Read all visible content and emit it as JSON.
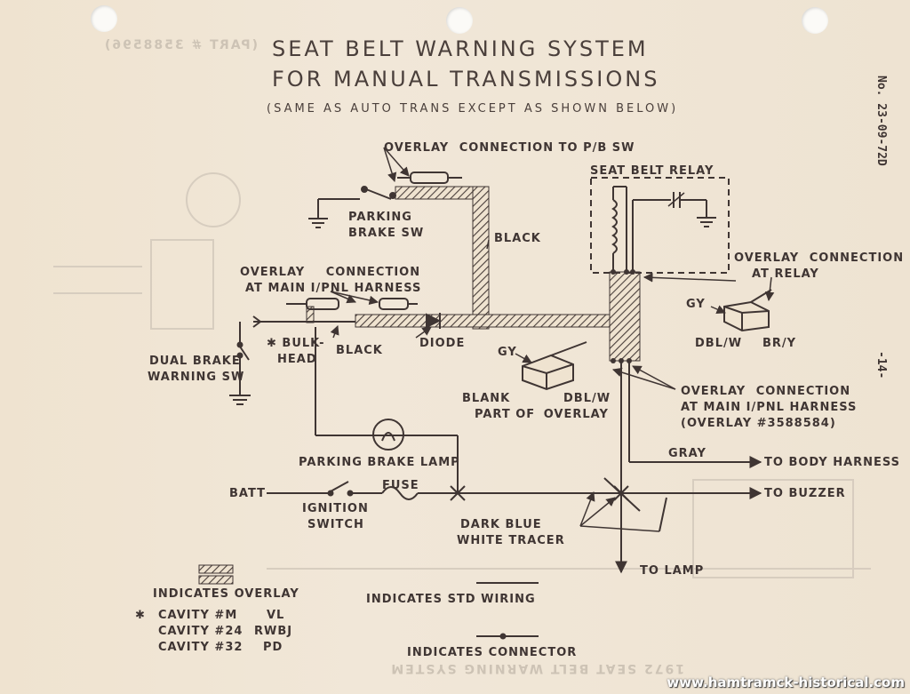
{
  "title": {
    "line1": "SEAT BELT WARNING SYSTEM",
    "line2": "FOR MANUAL TRANSMISSIONS",
    "subtitle": "(SAME AS AUTO TRANS EXCEPT AS SHOWN BELOW)"
  },
  "document_number": "No. 23-09-72D",
  "page_number": "-14-",
  "labels": {
    "overlay_pbsw_word": "OVERLAY",
    "overlay_pbsw_rest": "CONNECTION TO P/B SW",
    "parking_brake_sw_1": "PARKING",
    "parking_brake_sw_2": "BRAKE SW",
    "black_top": "BLACK",
    "seat_belt_relay": "SEAT BELT RELAY",
    "overlay_relay_word": "OVERLAY",
    "overlay_relay_rest": "CONNECTION",
    "at_relay": "AT RELAY",
    "overlay_main_word": "OVERLAY",
    "overlay_main_rest": "CONNECTION",
    "at_main_harness": "AT MAIN I/PNL HARNESS",
    "gy_right": "GY",
    "dblw_right": "DBL/W",
    "bry": "BR/Y",
    "bulkhead_1": "✱ BULK-",
    "bulkhead_2": "HEAD",
    "black_mid": "BLACK",
    "diode": "DIODE",
    "dual_brake_1": "DUAL BRAKE",
    "dual_brake_2": "WARNING SW",
    "gy_mid": "GY",
    "blank_part_1": "BLANK",
    "blank_part_2_pre": "PART OF",
    "blank_part_2_word": "OVERLAY",
    "dblw_mid": "DBL/W",
    "overlay_lower_word": "OVERLAY",
    "overlay_lower_rest": "CONNECTION",
    "at_main_harness_2": "AT MAIN I/PNL HARNESS",
    "overlay_part": "(OVERLAY #3588584)",
    "gray": "GRAY",
    "to_body_harness": "TO BODY HARNESS",
    "parking_brake_lamp": "PARKING BRAKE LAMP",
    "batt": "BATT",
    "fuse": "FUSE",
    "to_buzzer": "TO BUZZER",
    "ignition_1": "IGNITION",
    "ignition_2": "SWITCH",
    "dark_blue_1": "DARK BLUE",
    "dark_blue_2": "WHITE TRACER",
    "to_lamp": "TO LAMP"
  },
  "legend": {
    "indicates_overlay": "INDICATES OVERLAY",
    "indicates_std_wiring": "INDICATES STD WIRING",
    "indicates_connector": "INDICATES CONNECTOR",
    "cavities": [
      {
        "prefix": "✱",
        "label": "CAVITY #M",
        "code": "VL"
      },
      {
        "prefix": "",
        "label": "CAVITY #24",
        "code": "RWBJ"
      },
      {
        "prefix": "",
        "label": "CAVITY #32",
        "code": "PD"
      }
    ]
  },
  "watermark": "www.hamtramck-historical.com",
  "colors": {
    "paper": "#efe3d0",
    "ink": "#3f3533",
    "ghost_ink": "#c9bfb1"
  }
}
